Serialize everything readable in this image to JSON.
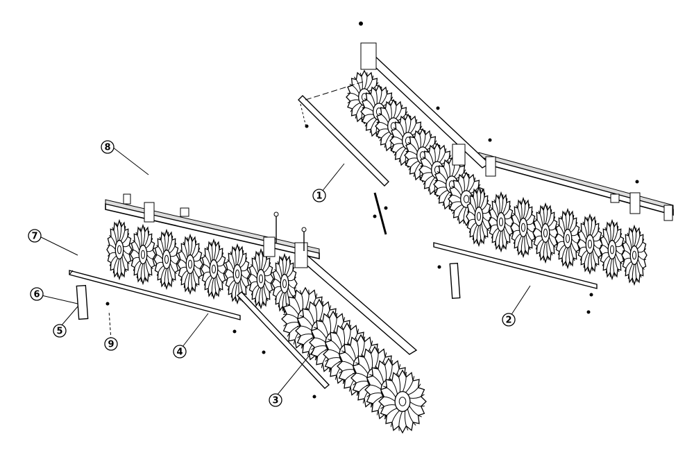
{
  "diagram": {
    "callouts": [
      {
        "id": "1",
        "label": "1"
      },
      {
        "id": "2",
        "label": "2"
      },
      {
        "id": "3",
        "label": "3"
      },
      {
        "id": "4",
        "label": "4"
      },
      {
        "id": "5",
        "label": "5"
      },
      {
        "id": "6",
        "label": "6"
      },
      {
        "id": "7",
        "label": "7"
      },
      {
        "id": "8",
        "label": "8"
      },
      {
        "id": "9",
        "label": "9"
      }
    ],
    "colors": {
      "line": "#000000",
      "background": "#ffffff",
      "shade": "#b8b8b8"
    }
  }
}
